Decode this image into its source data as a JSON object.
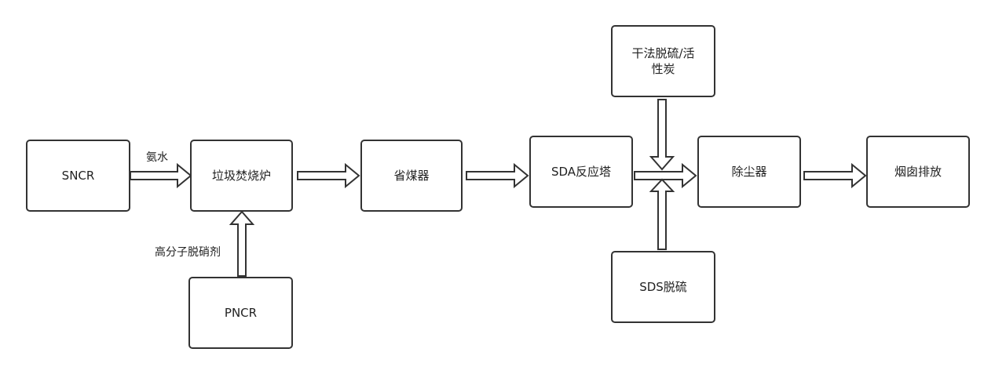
{
  "nodes": {
    "sncr": "SNCR",
    "incinerator": "垃圾焚烧炉",
    "economizer": "省煤器",
    "sda_tower": "SDA反应塔",
    "dry_desulfurization": "干法脱硫/活性炭",
    "dust_collector": "除尘器",
    "chimney": "烟囱排放",
    "sds_desulfurization": "SDS脱硫",
    "pncr": "PNCR"
  },
  "edge_labels": {
    "ammonia_water": "氨水",
    "polymer_denitrification_agent": "高分子脱硝剂"
  },
  "colors": {
    "stroke": "#333333",
    "fill": "#ffffff",
    "text": "#222222"
  }
}
